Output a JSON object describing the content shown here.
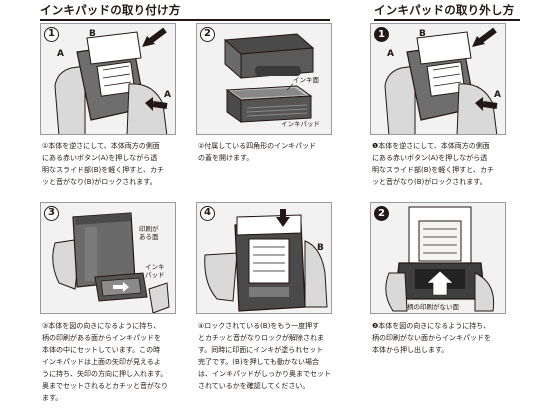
{
  "sections": {
    "attach_title": "インキパッドの取り付け方",
    "remove_title": "インキパッドの取り外し方"
  },
  "steps": {
    "attach_1": {
      "num": "1",
      "labels": {
        "a1": "A",
        "b": "B",
        "a2": "A"
      },
      "caption": "①本体を逆さにして、本体両方の側面\nにある赤いボタン(A)を押しながら透\n明なスライド部(B)を軽く押すと、カチ\nッと音がなり(B)がロックされます。"
    },
    "attach_2": {
      "num": "2",
      "labels": {
        "ink_surface": "インキ面",
        "ink_pad": "インキパッド"
      },
      "caption": "②付属している四角形のインキパッド\nの蓋を開けます。"
    },
    "attach_3": {
      "num": "3",
      "labels": {
        "print_side": "印刷が\nある面",
        "ink_pad": "インキ\nパッド"
      },
      "caption": "③本体を図の向きになるように持ち、\n柄の印刷がある面からインキパッドを\n本体の中にセットしています。この時\nインキパッドは上面の矢印が見えるよ\nうに持ち、矢印の方向に押し入れます。\n奥までセットされるとカチッと音がなり\nます。"
    },
    "attach_4": {
      "num": "4",
      "labels": {
        "b": "B"
      },
      "caption": "④ロックされている(B)をもう一度押す\nとカチッと音がなりロックが解除されま\nす。同時に印面にインキが塗られセット\n完了です。(B)を押しても動かない場合\nは、インキパッドがしっかり奥までセット\nされているかを確認してください。"
    },
    "remove_1": {
      "num": "1",
      "labels": {
        "a1": "A",
        "b": "B",
        "a2": "A"
      },
      "caption": "❶本体を逆さにして、本体両方の側面\nにある赤いボタン(A)を押しながら透\n明なスライド部(B)を軽く押すと、カチ\nッと音がなり(B)がロックされます。"
    },
    "remove_2": {
      "num": "2",
      "labels": {
        "no_print_side": "柄の印刷がない面"
      },
      "caption": "❷本体を図の向きになるように持ち、\n柄の印刷がない面からインキパッドを\n本体から押し出します。"
    }
  }
}
